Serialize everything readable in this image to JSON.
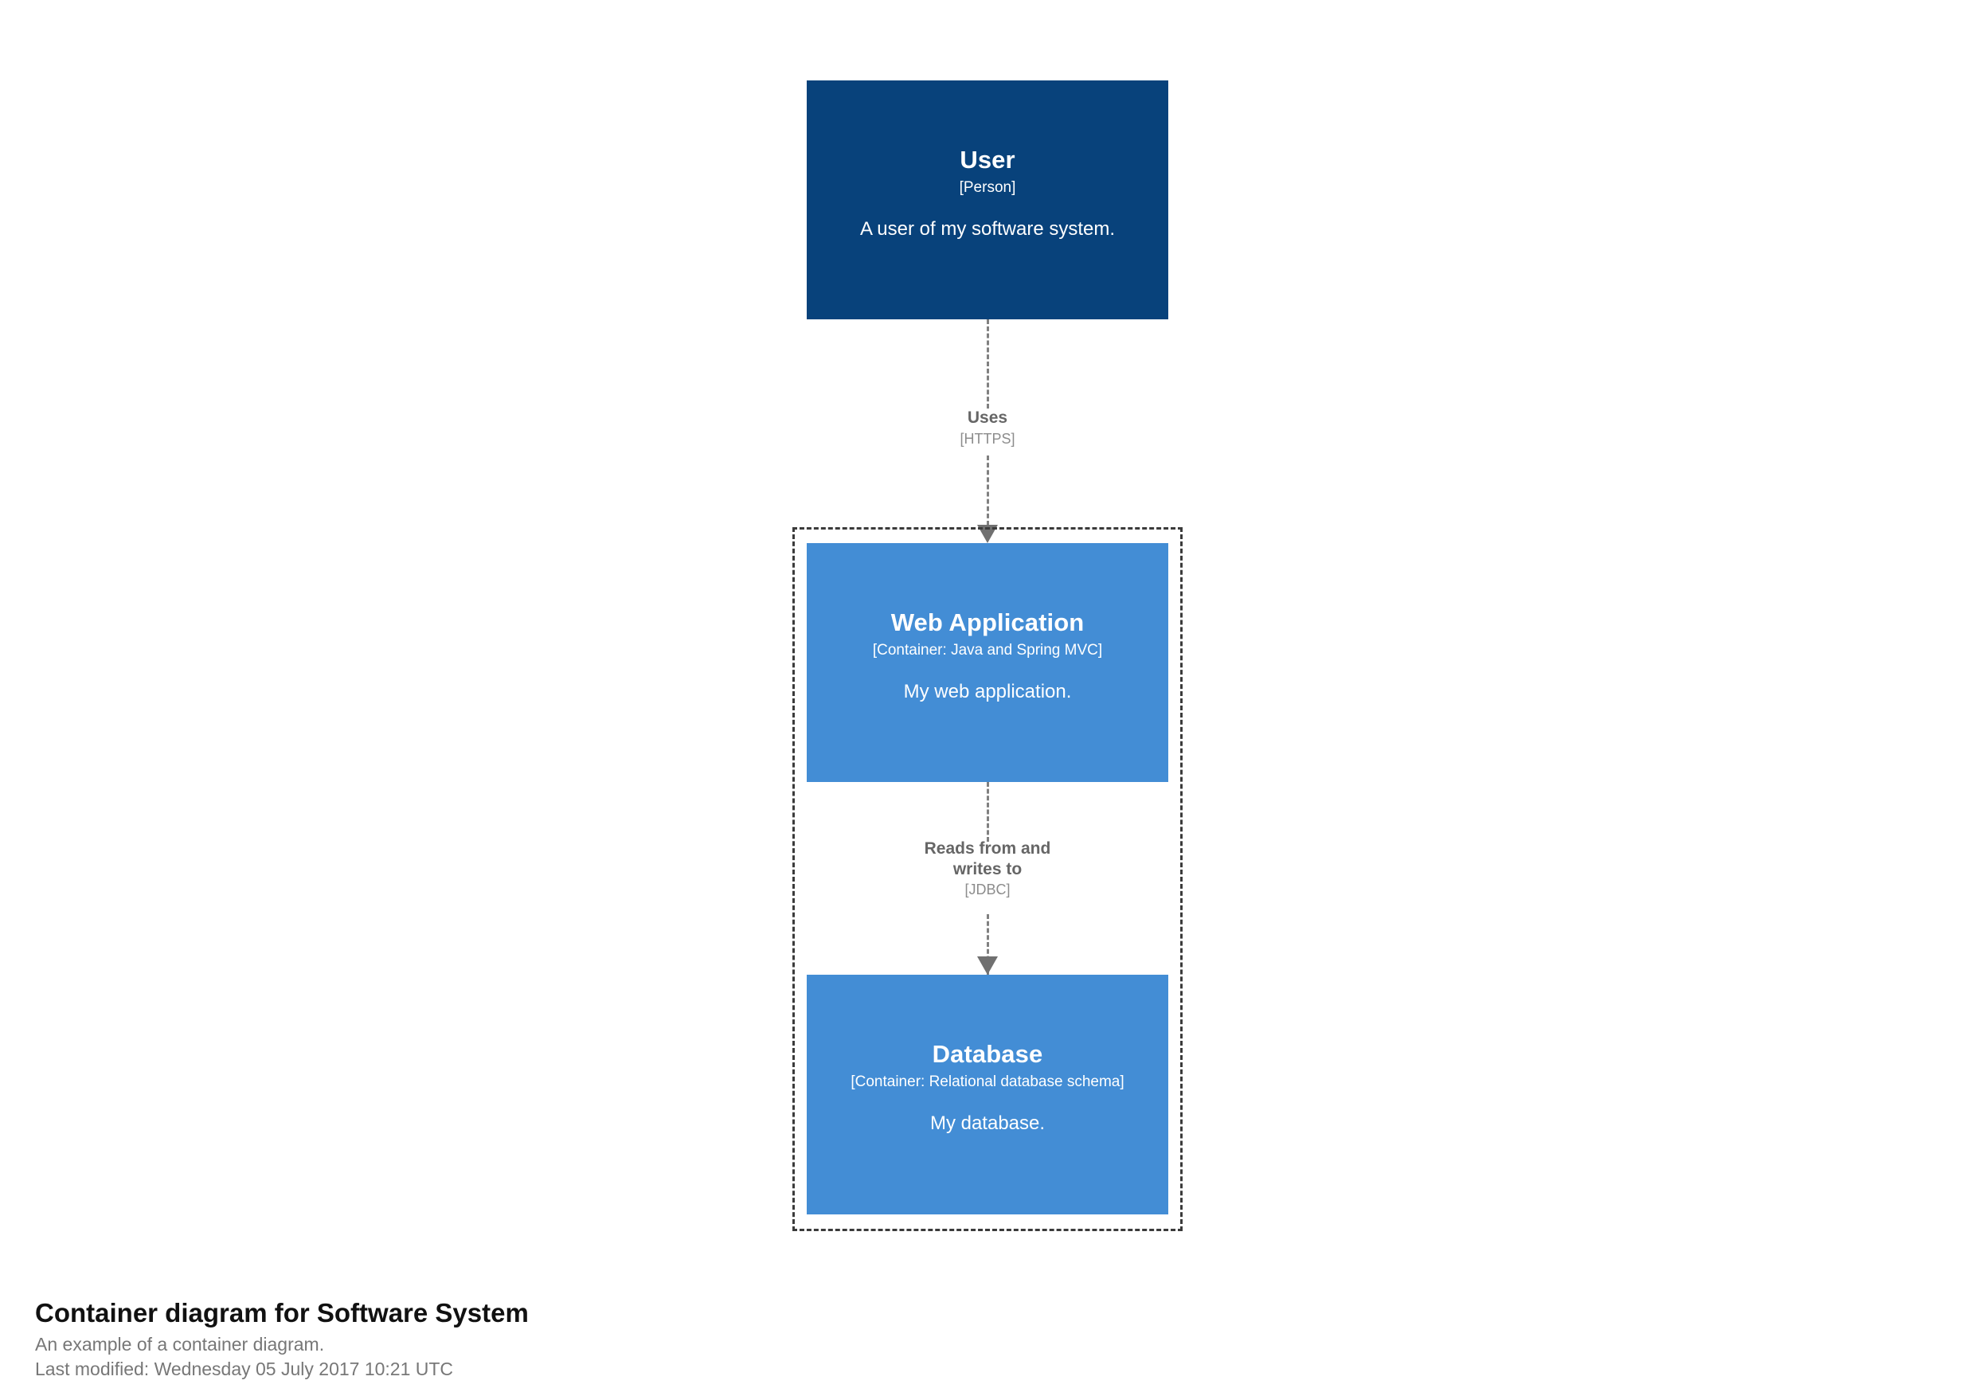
{
  "diagram": {
    "type": "c4-container-diagram",
    "background_color": "#ffffff"
  },
  "boundary": {
    "name": "software-system-boundary",
    "style": "dashed",
    "color": "#3b3b3b"
  },
  "elements": [
    {
      "id": "user",
      "name": "User",
      "tech": "[Person]",
      "description": "A user of my software system.",
      "shape": "box",
      "background_color": "#08427b",
      "text_color": "#ffffff",
      "inside_boundary": false
    },
    {
      "id": "web-application",
      "name": "Web Application",
      "tech": "[Container: Java and Spring MVC]",
      "description": "My web application.",
      "shape": "box",
      "background_color": "#438dd5",
      "text_color": "#ffffff",
      "inside_boundary": true
    },
    {
      "id": "database",
      "name": "Database",
      "tech": "[Container: Relational database schema]",
      "description": "My database.",
      "shape": "box",
      "background_color": "#438dd5",
      "text_color": "#ffffff",
      "inside_boundary": true
    }
  ],
  "relationships": [
    {
      "id": "user-uses-webapp",
      "source": "user",
      "destination": "web-application",
      "description": "Uses",
      "tech": "[HTTPS]",
      "line_style": "dashed",
      "line_color": "#808080"
    },
    {
      "id": "webapp-reads-writes-database",
      "source": "web-application",
      "destination": "database",
      "description_line1": "Reads from and",
      "description_line2": "writes to",
      "tech": "[JDBC]",
      "line_style": "dashed",
      "line_color": "#808080"
    }
  ],
  "caption": {
    "title": "Container diagram for Software System",
    "subtitle": "An example of a container diagram.",
    "last_modified": "Last modified: Wednesday 05 July 2017 10:21 UTC"
  }
}
